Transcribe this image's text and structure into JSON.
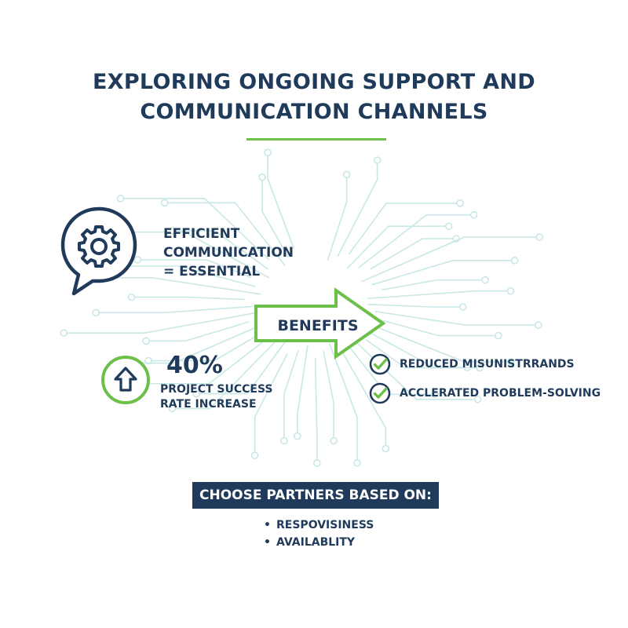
{
  "title": {
    "line1": "EXPLORING ONGOING SUPPORT AND",
    "line2": "COMMUNICATION CHANNELS"
  },
  "communication": {
    "icon": "gear-chat-bubble-icon",
    "line1": "EFFICIENT",
    "line2": "COMMUNICATION",
    "line3": "= ESSENTIAL"
  },
  "benefits": {
    "label": "BENEFITS",
    "items": [
      {
        "icon": "check-circle-icon",
        "text": "REDUCED MISUNISTRRANDS"
      },
      {
        "icon": "check-circle-icon",
        "text": "ACCLERATED PROBLEM-SOLVING"
      }
    ]
  },
  "stat": {
    "icon": "up-arrow-icon",
    "value": "40%",
    "label_line1": "PROJECT SUCCESS",
    "label_line2": "RATE INCREASE"
  },
  "criteria": {
    "heading": "CHOOSE PARTNERS BASED ON:",
    "bullet": "•",
    "items": [
      "RESPOVISINESS",
      "AVAILABLITY"
    ]
  },
  "colors": {
    "navy": "#1f3a5a",
    "green": "#6cc04a",
    "circuit": "#c9e7e7"
  }
}
